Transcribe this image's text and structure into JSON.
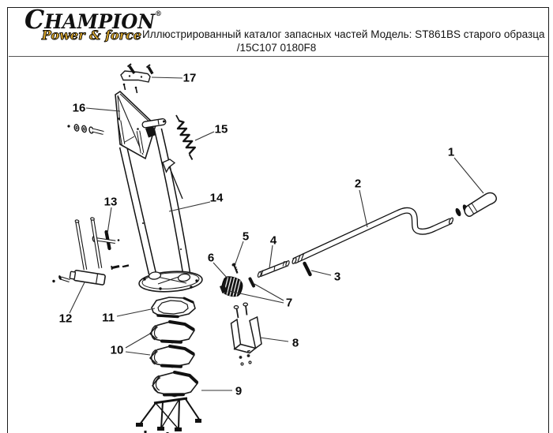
{
  "page": {
    "background": "#ffffff",
    "border_color": "#1b1b1b"
  },
  "header": {
    "logo": {
      "brand_initial": "C",
      "brand_rest": "HAMPION",
      "registered_mark": "®",
      "tagline": "Power & force",
      "brand_color": "#0d0d0d",
      "tagline_color": "#d8a62e"
    },
    "title_line1": "Иллюстрированный каталог запасных частей Модель: ST861BS старого образца",
    "title_line2": "/15C107 0180F8"
  },
  "diagram": {
    "type": "exploded-parts-diagram",
    "labels": [
      {
        "part": "1"
      },
      {
        "part": "2"
      },
      {
        "part": "3"
      },
      {
        "part": "4"
      },
      {
        "part": "5"
      },
      {
        "part": "6"
      },
      {
        "part": "7"
      },
      {
        "part": "8"
      },
      {
        "part": "9"
      },
      {
        "part": "10"
      },
      {
        "part": "11"
      },
      {
        "part": "12"
      },
      {
        "part": "13"
      },
      {
        "part": "14"
      },
      {
        "part": "15"
      },
      {
        "part": "16"
      },
      {
        "part": "17"
      }
    ]
  }
}
